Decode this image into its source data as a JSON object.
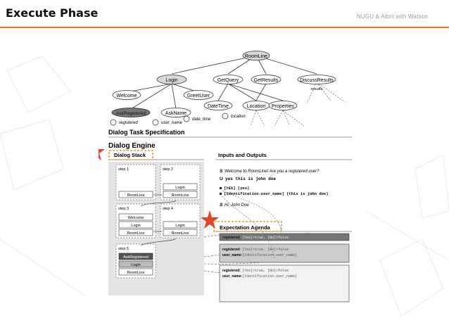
{
  "header": {
    "title": "Execute Phase",
    "brand": "NUGU & Aibril with Watson"
  },
  "tree": {
    "root": "RoomLine",
    "login": "Login",
    "getquery": "GetQuery",
    "getresults": "GetResults",
    "discuss": "DiscussResults",
    "welcome": "Welcome",
    "greet": "GreetUser",
    "askreg": "AskRegistered",
    "askname": "AskName",
    "datetime": "DateTime",
    "location": "Location",
    "properties": "Properties",
    "c_registered": "registered",
    "c_username": "user_name",
    "c_datetime": "date_time",
    "c_location": "location",
    "c_results": "results",
    "caption": "Dialog Task Specification"
  },
  "engine": {
    "title": "Dialog Engine",
    "stack_title": "Dialog Stack",
    "step1": "step 1",
    "step2": "step 2",
    "step3": "step 3",
    "step4": "step 4",
    "step5": "step 5",
    "roomline": "RoomLine",
    "login": "Login",
    "welcome": "Welcome",
    "askreg": "AskRegistered"
  },
  "io": {
    "title": "Inputs and Outputs",
    "s1_tag": "S",
    "s1": "Welcome to RoomLine! Are you a registered user?",
    "u1_tag": "U",
    "u1": "yes this is john doe",
    "b1": "[YES] (yes)",
    "b2": "[Identification.user_name] (this is john doe)",
    "s2_tag": "S",
    "s2": "Hi, John Doe"
  },
  "agenda": {
    "title": "Expectation Agenda",
    "r1_key": "registered:",
    "r1_val": "[Yes]>true, [No]>false",
    "r2_key": "registered:",
    "r2_val": "[Yes]>true, [No]>false",
    "r2b_key": "user_name:",
    "r2b_val": "[Identification.user_name]",
    "r3_key": "registered:",
    "r3_val": "[Yes]>true, [No]>false",
    "r3b_key": "user_name:",
    "r3b_val": "[Identification.user_name]"
  },
  "colors": {
    "accent": "#e57a1e",
    "star": "#e0452a",
    "highlight": "#f0a030"
  }
}
